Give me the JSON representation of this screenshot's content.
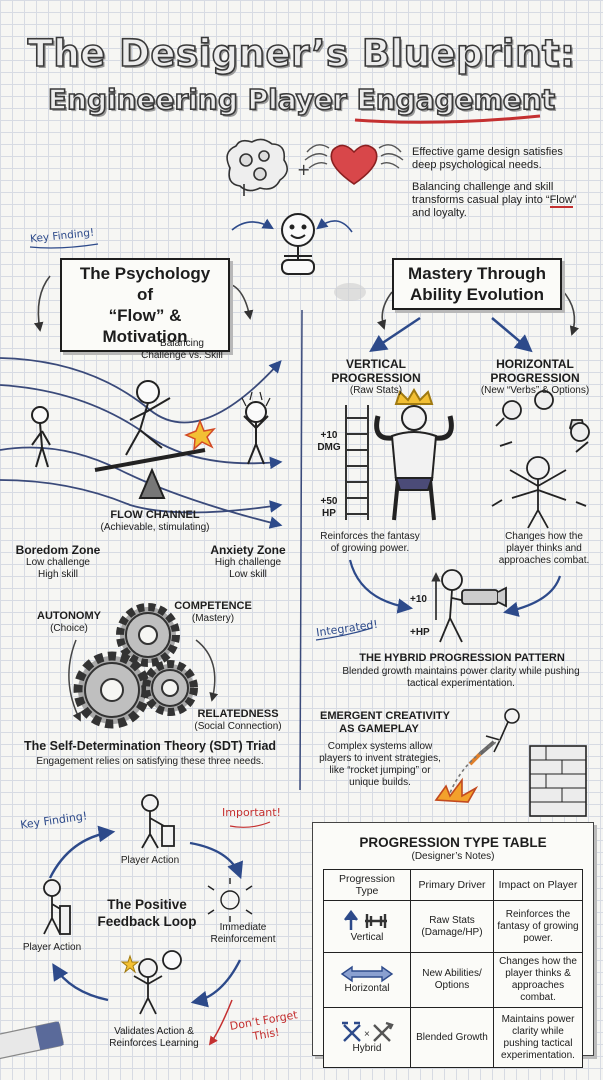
{
  "title": {
    "line1": "The Designer’s Blueprint:",
    "line2": "Engineering Player Engagement"
  },
  "intro": {
    "p1": "Effective game design satisfies deep psychological needs.",
    "p2_a": "Balancing challenge and skill transforms casual play into “",
    "p2_flow": "Flow",
    "p2_b": "” and loyalty."
  },
  "left": {
    "key_finding": "Key Finding!",
    "heading_l1": "The Psychology of",
    "heading_l2": "“Flow” & Motivation",
    "balancing": "Balancing Challenge vs. Skill",
    "flow_channel": "FLOW CHANNEL",
    "flow_sub": "(Achievable, stimulating)",
    "boredom_title": "Boredom Zone",
    "boredom_l1": "Low challenge",
    "boredom_l2": "High skill",
    "anxiety_title": "Anxiety Zone",
    "anxiety_l1": "High challenge",
    "anxiety_l2": "Low skill",
    "autonomy": "AUTONOMY",
    "autonomy_sub": "(Choice)",
    "competence": "COMPETENCE",
    "competence_sub": "(Mastery)",
    "relatedness": "RELATEDNESS",
    "relatedness_sub": "(Social Connection)",
    "sdt_title": "The Self-Determination Theory (SDT) Triad",
    "sdt_sub": "Engagement relies on satisfying these three needs."
  },
  "right": {
    "heading_l1": "Mastery Through",
    "heading_l2": "Ability Evolution",
    "vertical_l1": "VERTICAL",
    "vertical_l2": "PROGRESSION",
    "vertical_sub": "(Raw Stats)",
    "horizontal_l1": "HORIZONTAL",
    "horizontal_l2": "PROGRESSION",
    "horizontal_sub": "(New “Verbs” & Options)",
    "dmg_num": "+10",
    "dmg_label": "DMG",
    "hp_num": "+50",
    "hp_label": "HP",
    "vertical_desc": "Reinforces the fantasy of growing power.",
    "horizontal_desc": "Changes how the player thinks and approaches combat.",
    "hybrid_num": "+10",
    "hybrid_hp": "+HP",
    "integrated": "Integrated!",
    "hybrid_title": "THE HYBRID PROGRESSION PATTERN",
    "hybrid_desc": "Blended growth maintains power clarity while pushing tactical experimentation.",
    "emergent_l1": "EMERGENT CREATIVITY",
    "emergent_l2": "AS GAMEPLAY",
    "emergent_desc": "Complex systems allow players to invent strategies, like “rocket jumping” or unique builds."
  },
  "loop": {
    "key_finding": "Key Finding!",
    "important": "Important!",
    "title_l1": "The Positive",
    "title_l2": "Feedback Loop",
    "top_action": "Player Action",
    "left_action": "Player Action",
    "reinforcement": "Immediate Reinforcement",
    "validates_l1": "Validates Action &",
    "validates_l2": "Reinforces Learning",
    "dont_forget_l1": "Don’t Forget",
    "dont_forget_l2": "This!"
  },
  "table": {
    "title": "PROGRESSION TYPE TABLE",
    "subtitle": "(Designer’s Notes)",
    "headers": [
      "Progression Type",
      "Primary Driver",
      "Impact on Player"
    ],
    "rows": [
      {
        "type": "Vertical",
        "driver": "Raw Stats (Damage/HP)",
        "impact": "Reinforces the fantasy of growing power.",
        "icon": "arrow-up-dumbbell-icon"
      },
      {
        "type": "Horizontal",
        "driver": "New Abilities/ Options",
        "impact": "Changes how the player thinks & approaches combat.",
        "icon": "double-arrow-icon"
      },
      {
        "type": "Hybrid",
        "driver": "Blended Growth",
        "impact": "Maintains power clarity while pushing tactical experimentation.",
        "icon": "crossed-tools-icon"
      }
    ]
  },
  "colors": {
    "ink": "#1d1d1d",
    "accent_red": "#c43030",
    "arrow_blue": "#2d4a8a",
    "grid": "#d7dbe3"
  }
}
